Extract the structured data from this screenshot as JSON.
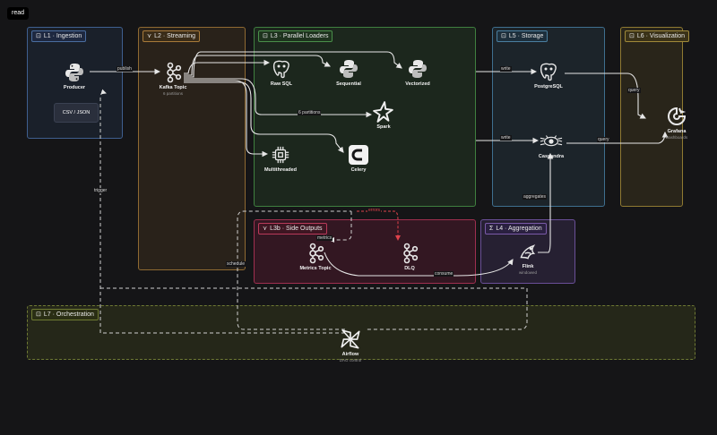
{
  "toolbar": {
    "badge": "read"
  },
  "groups": {
    "ingestion": {
      "label": "L1 · Ingestion",
      "icon": "⊡",
      "color": "#4a6da0"
    },
    "streaming": {
      "label": "L2 · Streaming",
      "icon": "⋎",
      "color": "#a87a3a"
    },
    "loaders": {
      "label": "L3 · Parallel Loaders",
      "icon": "⊡",
      "color": "#4a8f4a"
    },
    "storage": {
      "label": "L5 · Storage",
      "icon": "⊡",
      "color": "#4a7fa0"
    },
    "visualization": {
      "label": "L6 · Visualization",
      "icon": "⊡",
      "color": "#a08a3a"
    },
    "side_outputs": {
      "label": "L3b · Side Outputs",
      "icon": "⋎",
      "color": "#b83a5a"
    },
    "aggregation": {
      "label": "L4 · Aggregation",
      "icon": "Σ",
      "color": "#7a5aa8"
    },
    "orchestration": {
      "label": "L7 · Orchestration",
      "icon": "⊡",
      "color": "#6f7a34"
    }
  },
  "nodes": {
    "producer": {
      "label": "Producer",
      "icon": "python-icon"
    },
    "csv": {
      "label": "CSV / JSON"
    },
    "kafka": {
      "label": "Kafka Topic",
      "sub": "6 partitions",
      "icon": "kafka-icon"
    },
    "raw_sql": {
      "label": "Raw SQL",
      "icon": "postgres-icon"
    },
    "sequential": {
      "label": "Sequential",
      "icon": "python-icon"
    },
    "vectorized": {
      "label": "Vectorized",
      "icon": "python-icon"
    },
    "spark": {
      "label": "Spark",
      "icon": "spark-icon"
    },
    "multithreaded": {
      "label": "Multithreaded",
      "icon": "chip-icon"
    },
    "celery": {
      "label": "Celery",
      "icon": "celery-icon"
    },
    "postgresql": {
      "label": "PostgreSQL",
      "icon": "postgres-icon"
    },
    "cassandra": {
      "label": "Cassandra",
      "icon": "cassandra-icon"
    },
    "grafana": {
      "label": "Grafana",
      "sub": "Dashboards",
      "icon": "grafana-icon"
    },
    "metrics_topic": {
      "label": "Metrics Topic",
      "icon": "kafka-icon"
    },
    "dlq": {
      "label": "DLQ",
      "icon": "kafka-icon"
    },
    "flink": {
      "label": "Flink",
      "sub": "windowed",
      "icon": "flink-icon"
    },
    "airflow": {
      "label": "Airflow",
      "sub": "DAG control",
      "icon": "airflow-icon"
    }
  },
  "edges": {
    "publish": "publish",
    "partitions": "6 partitions",
    "write_pg": "write",
    "write_cass": "write",
    "query_pg": "query",
    "query_cass": "query",
    "aggregates": "aggregates",
    "errors": "errors",
    "metrics": "metrics",
    "consume": "consume",
    "schedule": "schedule",
    "trigger": "trigger"
  },
  "colors": {
    "edge": "#e6e6e6",
    "error_edge": "#e0424b",
    "background": "#151517"
  }
}
